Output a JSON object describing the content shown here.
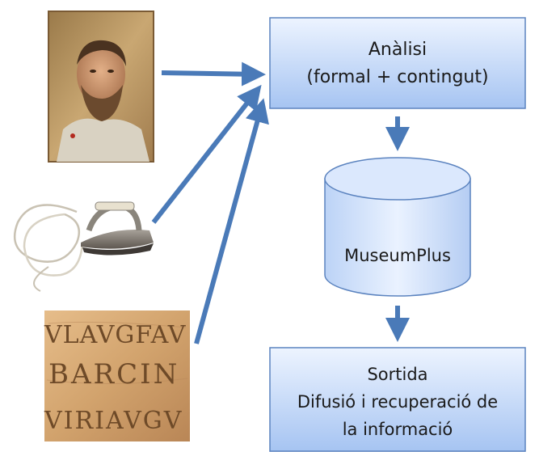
{
  "analysis_box": {
    "line1": "Anàlisi",
    "line2": "(formal + contingut)"
  },
  "database": {
    "label": "MuseumPlus"
  },
  "output_box": {
    "line1": "Sortida",
    "line2": "Difusió i recuperació de",
    "line3": "la informació"
  },
  "inscription": {
    "line1": "VLAVGFAV",
    "line2": "BARCIN",
    "line3": "VIRIAVGV"
  },
  "colors": {
    "box_fill_top": "#e9f1ff",
    "box_fill_bottom": "#9dbef2",
    "box_stroke": "#4f79b6",
    "arrow": "#4a7ab8",
    "portrait_bg": "#b58d5c",
    "stone": "#cf9f68"
  },
  "icons": {
    "portrait": "portrait-painting-icon",
    "iron": "electric-iron-icon",
    "stone": "stone-inscription-icon",
    "database": "database-cylinder-icon"
  }
}
